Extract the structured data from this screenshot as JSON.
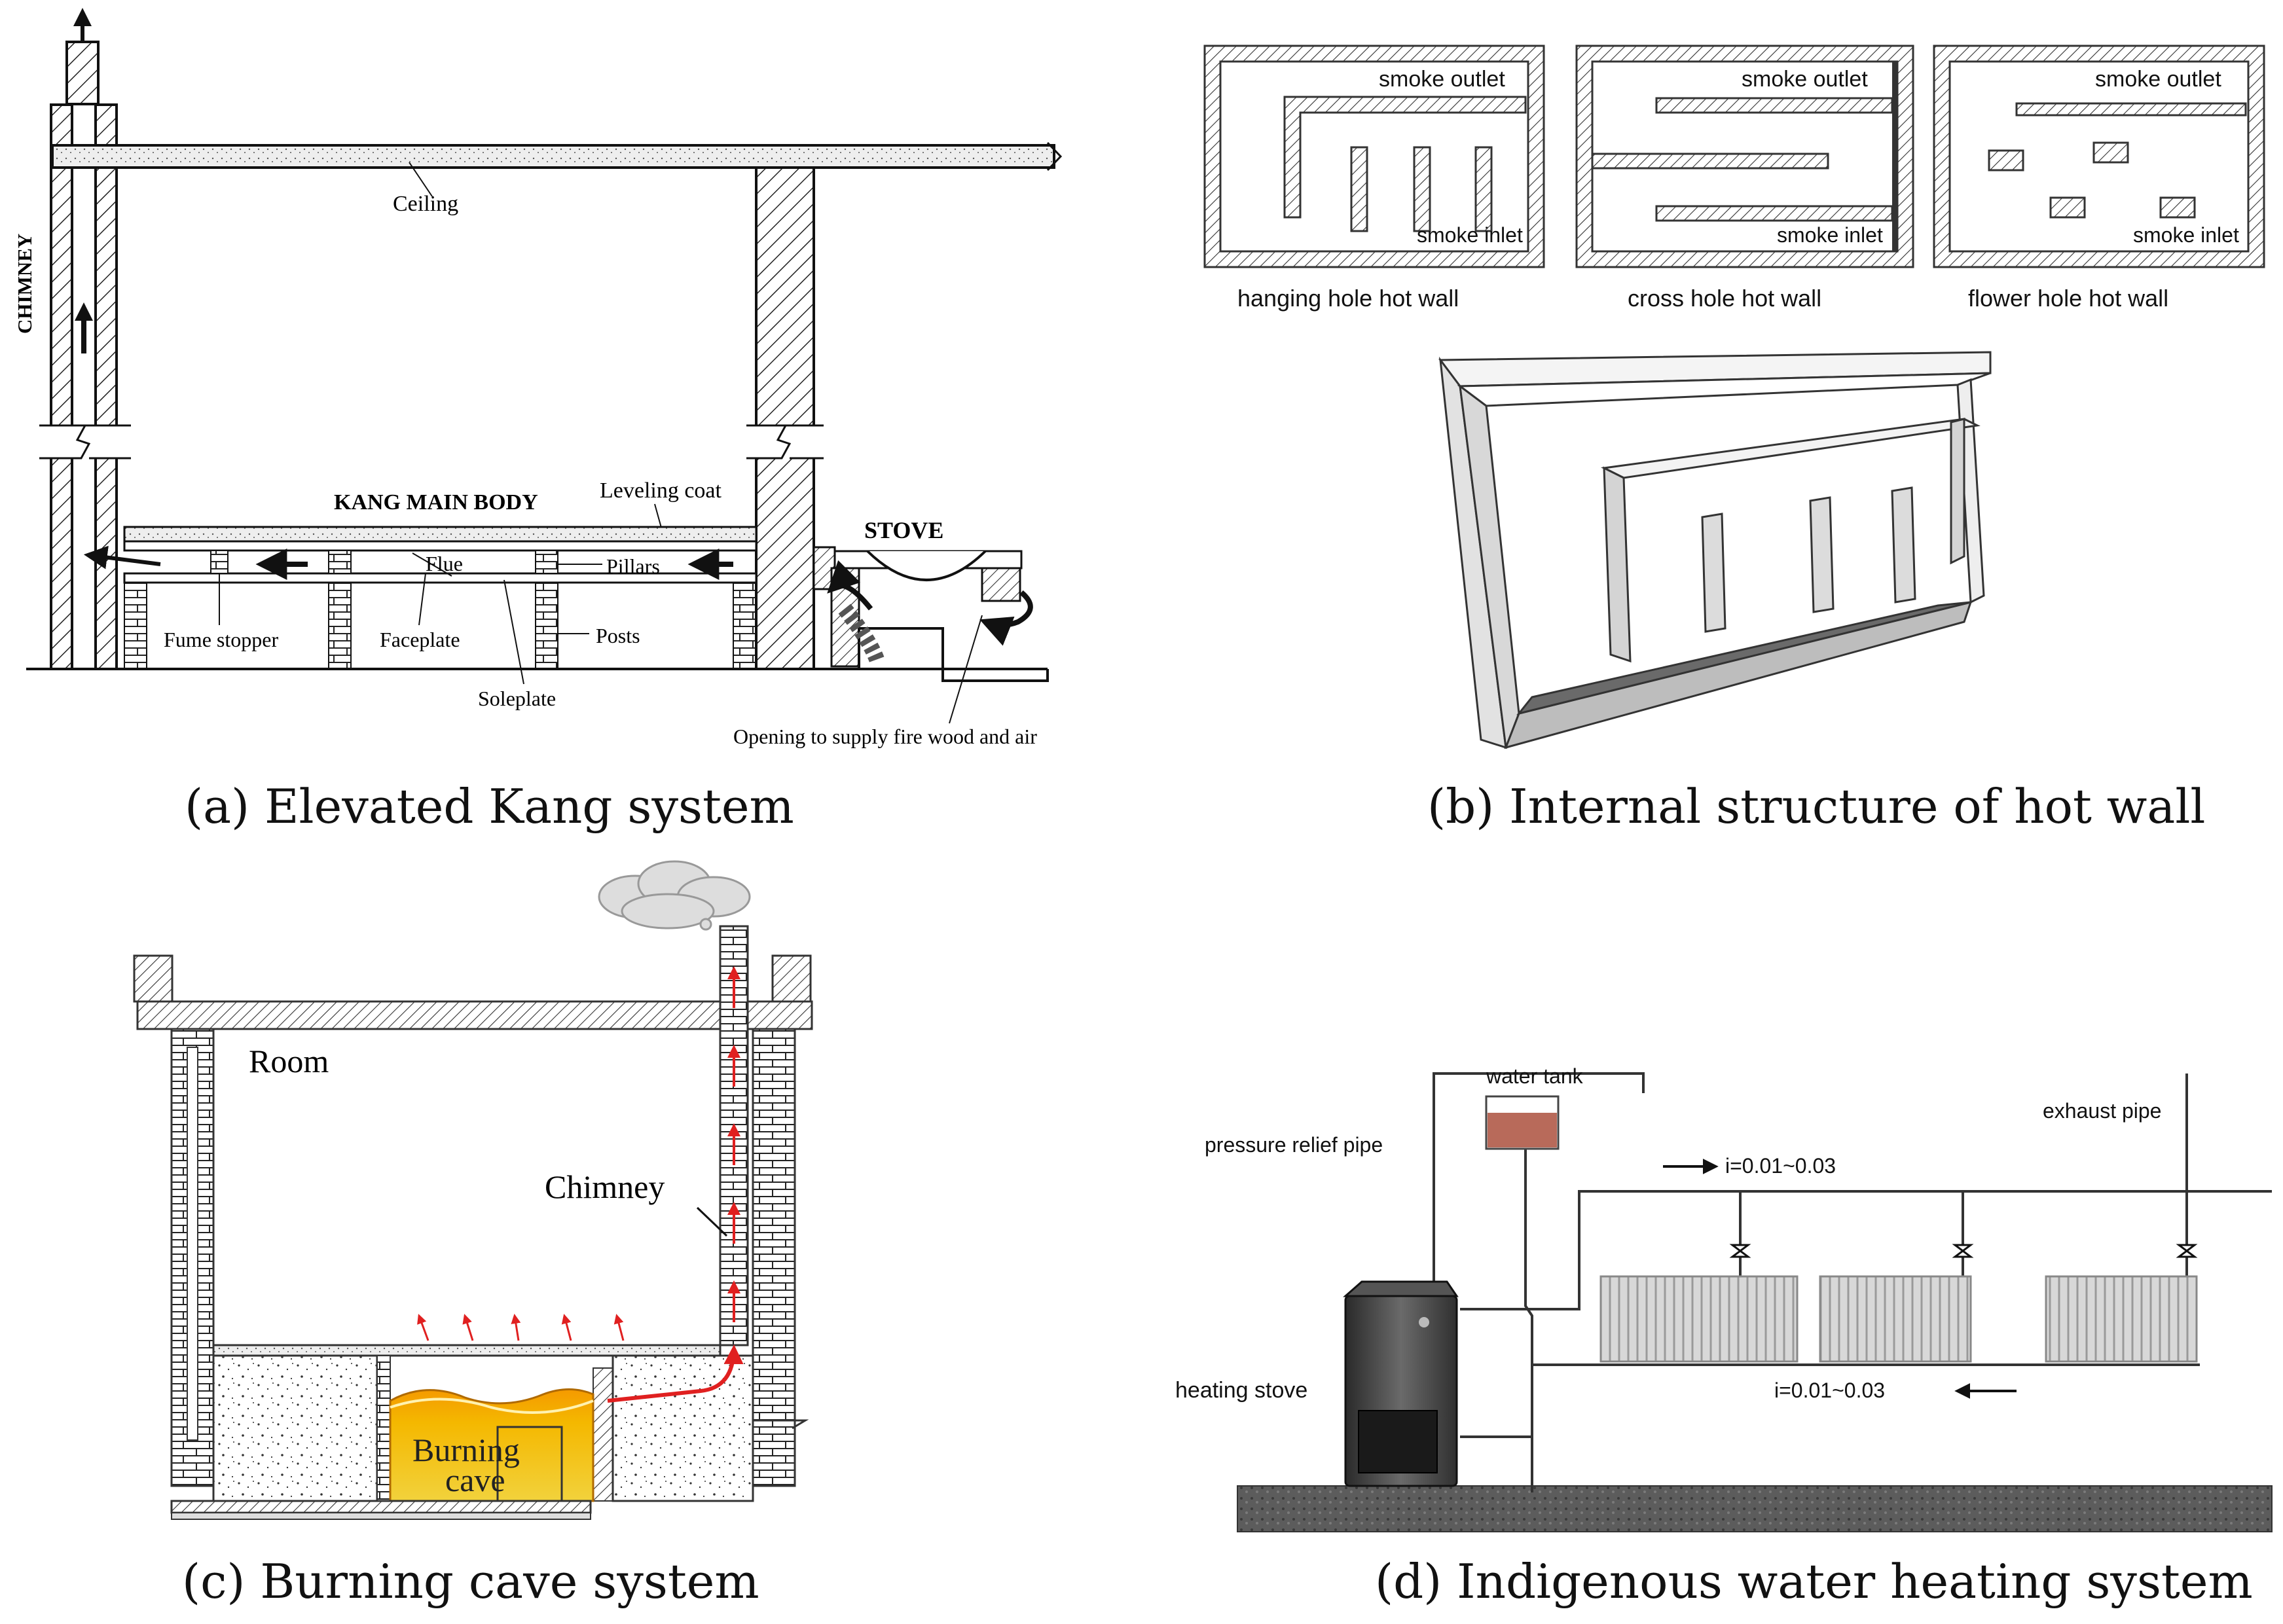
{
  "panel_a": {
    "caption": "(a) Elevated Kang system",
    "labels": {
      "chimney": "CHIMNEY",
      "ceiling": "Ceiling",
      "kang_main_body": "KANG MAIN BODY",
      "leveling_coat": "Leveling coat",
      "stove": "STOVE",
      "flue": "Flue",
      "pillars": "Pillars",
      "fume_stopper": "Fume stopper",
      "faceplate": "Faceplate",
      "posts": "Posts",
      "soleplate": "Soleplate",
      "opening": "Opening to supply fire wood and air"
    }
  },
  "panel_b": {
    "caption": "(b) Internal structure of hot wall",
    "walls": [
      {
        "name": "hanging hole hot wall",
        "outlet": "smoke outlet",
        "inlet": "smoke inlet"
      },
      {
        "name": "cross hole hot wall",
        "outlet": "smoke outlet",
        "inlet": "smoke inlet"
      },
      {
        "name": "flower hole hot wall",
        "outlet": "smoke outlet",
        "inlet": "smoke inlet"
      }
    ]
  },
  "panel_c": {
    "caption": "(c) Burning cave system",
    "labels": {
      "room": "Room",
      "chimney": "Chimney",
      "burning_line1": "Burning",
      "burning_line2": "cave"
    }
  },
  "panel_d": {
    "caption": "(d) Indigenous water heating system",
    "labels": {
      "water_tank": "water tank",
      "pressure_relief_pipe": "pressure relief pipe",
      "exhaust_pipe": "exhaust pipe",
      "slope_top": "i=0.01~0.03",
      "slope_bottom": "i=0.01~0.03",
      "heating_stove": "heating stove"
    }
  },
  "colors": {
    "fire_top": "#f5a000",
    "fire_bottom": "#f3d23a",
    "smoke_arrow": "#e02020",
    "ground": "#5a5a5a"
  }
}
